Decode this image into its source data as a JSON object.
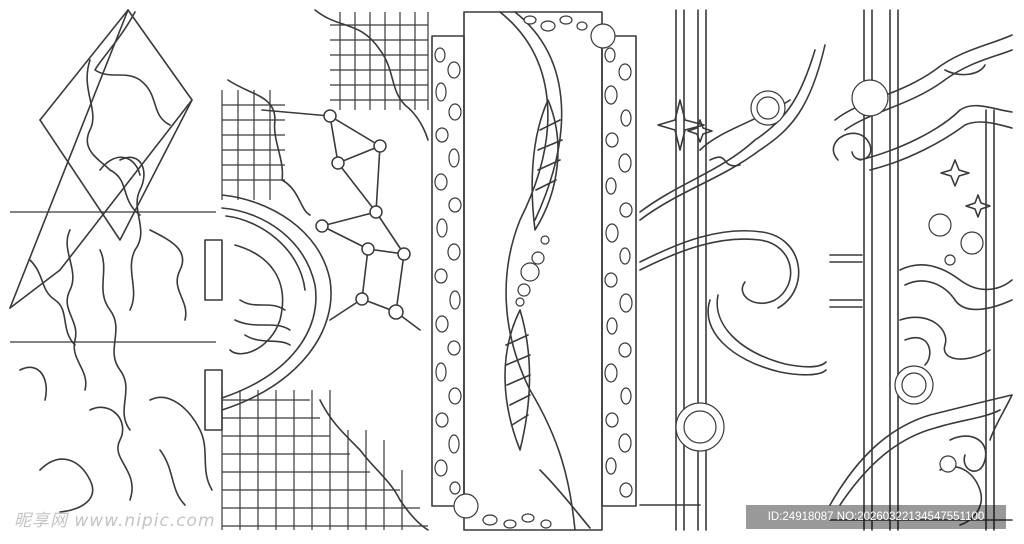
{
  "image": {
    "kind": "line-art decorative panel designs",
    "panels": [
      {
        "label": "panel-1-landscape-crosslines"
      },
      {
        "label": "panel-2-grid-and-constellation"
      },
      {
        "label": "panel-3-pebble-frame-with-leaves"
      },
      {
        "label": "panel-4-vertical-bars-with-swirls"
      },
      {
        "label": "panel-5-vertical-bars-with-clouds"
      }
    ],
    "stroke_color": "#3a3a3a",
    "background_color": "#ffffff"
  },
  "watermark": {
    "text": "昵享网 www.nipic.com",
    "color": "#c4c4c4"
  },
  "id_badge": {
    "text": "ID:24918087 NO:20260322134547551100"
  }
}
